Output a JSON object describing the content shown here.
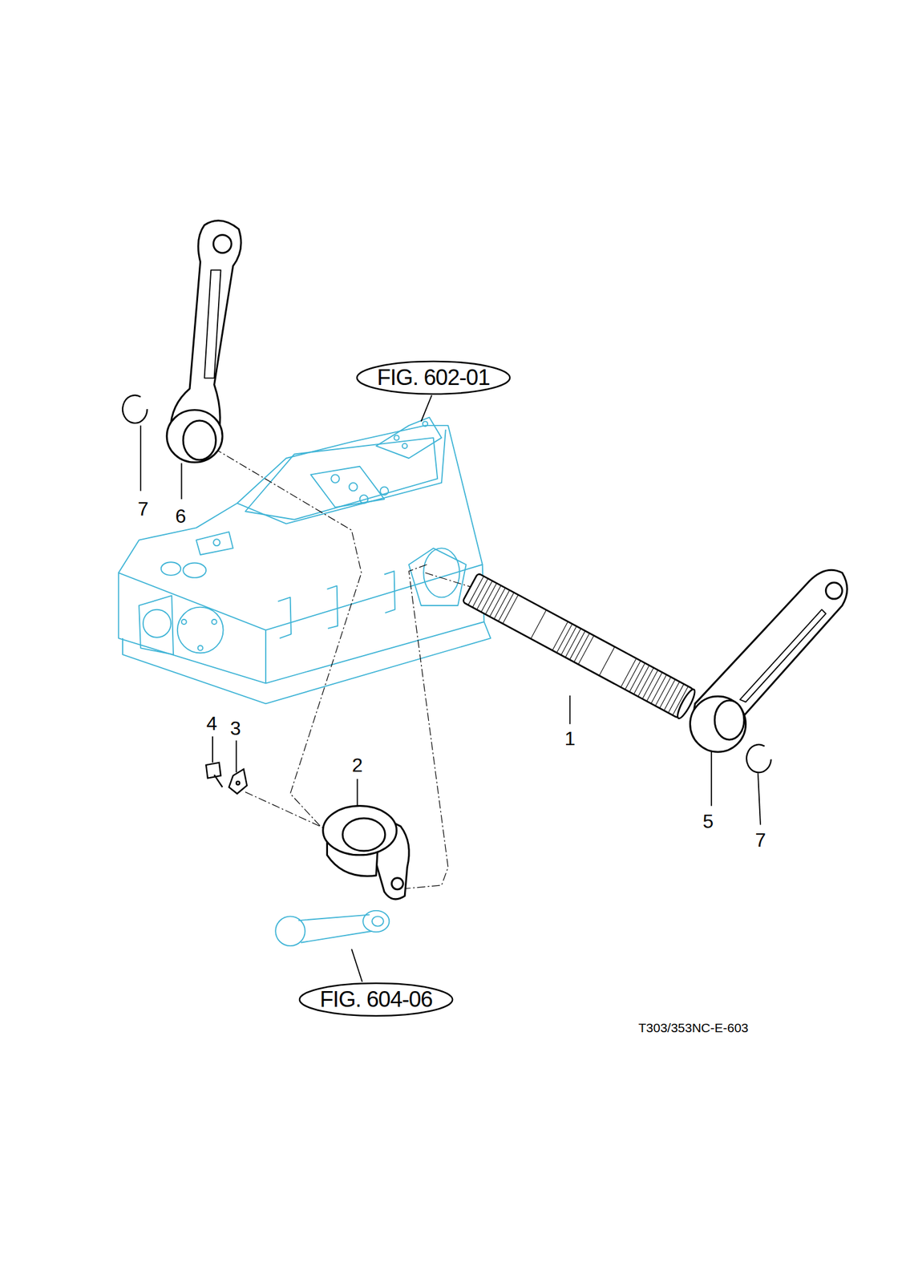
{
  "diagram": {
    "nodes": [
      {
        "text": [
          "FIG. 602-01"
        ]
      },
      {
        "text": [
          "FIG. 604-06"
        ]
      }
    ],
    "labels": [
      "7",
      "6",
      "4",
      "3",
      "2",
      "1",
      "5",
      "7",
      "T303/353NC-E-603"
    ]
  }
}
